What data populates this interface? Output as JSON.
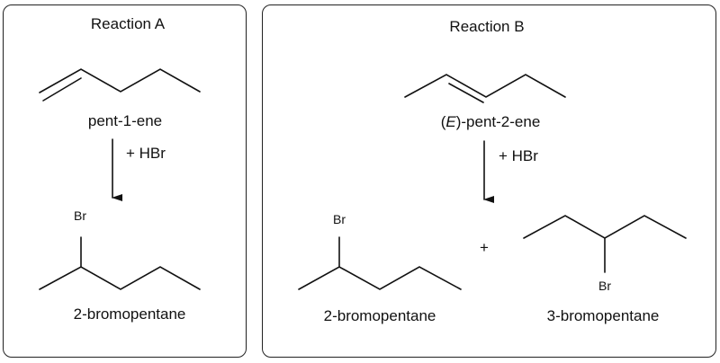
{
  "reaction_a": {
    "title": "Reaction A",
    "reactant_name": "pent-1-ene",
    "reagent": "+ HBr",
    "product_atom_label": "Br",
    "product_name": "2-bromopentane"
  },
  "reaction_b": {
    "title": "Reaction B",
    "reactant_stereo": "E",
    "reactant_name_rest": "-pent-2-ene",
    "reagent": "+ HBr",
    "plus_sign": "+",
    "product1_atom_label": "Br",
    "product1_name": "2-bromopentane",
    "product2_atom_label": "Br",
    "product2_name": "3-bromopentane"
  }
}
